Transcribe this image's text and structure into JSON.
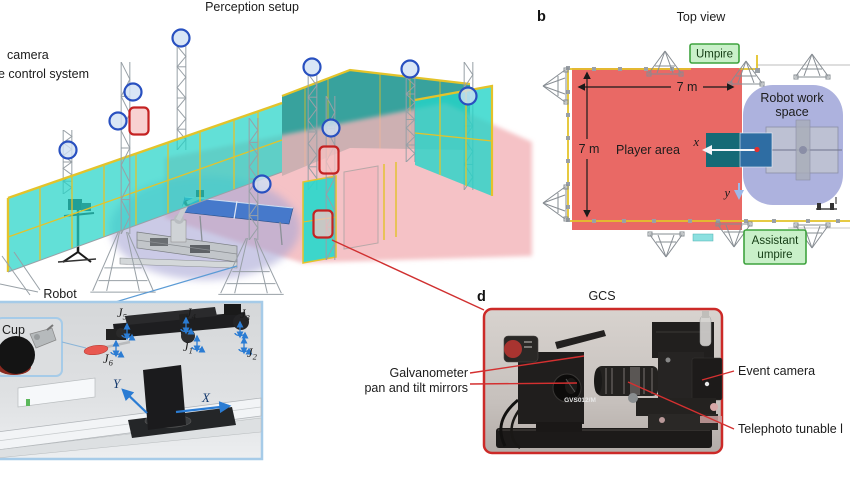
{
  "figure": {
    "type": "multi-panel scientific figure",
    "panel_a": {
      "title": "Perception setup",
      "label_camera": "camera",
      "label_control_system": "e control system"
    },
    "panel_b": {
      "panel_letter": "b",
      "title": "Top view",
      "umpire": "Umpire",
      "assistant_line1": "Assistant",
      "assistant_line2": "umpire",
      "width_label": "7 m",
      "height_label": "7 m",
      "player_area": "Player area",
      "workspace_line1": "Robot work",
      "workspace_line2": "space",
      "axis_x": "x",
      "axis_y": "y"
    },
    "panel_c": {
      "title": "Robot",
      "cup": "Cup",
      "joint_symbol": "J",
      "joint_subs": [
        "5",
        "4",
        "3",
        "6",
        "1",
        "2"
      ],
      "axis_x": "X",
      "axis_y": "Y"
    },
    "panel_d": {
      "panel_letter": "d",
      "title": "GCS",
      "galvo_line1": "Galvanometer",
      "galvo_line2": "pan and tilt mirrors",
      "event_camera": "Event camera",
      "telephoto": "Telephoto tunable l",
      "device_text": "GVS012/M"
    }
  },
  "colors": {
    "fence_bright": "#26d4c8",
    "fence_dark": "#2d9d98",
    "frame_yellow": "#e3c32a",
    "player_area": "#e8615d",
    "workspace": "#9fa5d8",
    "badge_fill": "#c9f0c9",
    "badge_border": "#3fa33f",
    "table_dark": "#156a76",
    "table_blue": "#2e6da3",
    "camera_marker": "#2850c0",
    "gcs_marker": "#c42222",
    "robot_border": "#a6cbe8",
    "gcs_border": "#cc2a28",
    "callout_blue": "#5b9bd5",
    "callout_red": "#d03030",
    "axis_blue": "#2b7cd3"
  }
}
